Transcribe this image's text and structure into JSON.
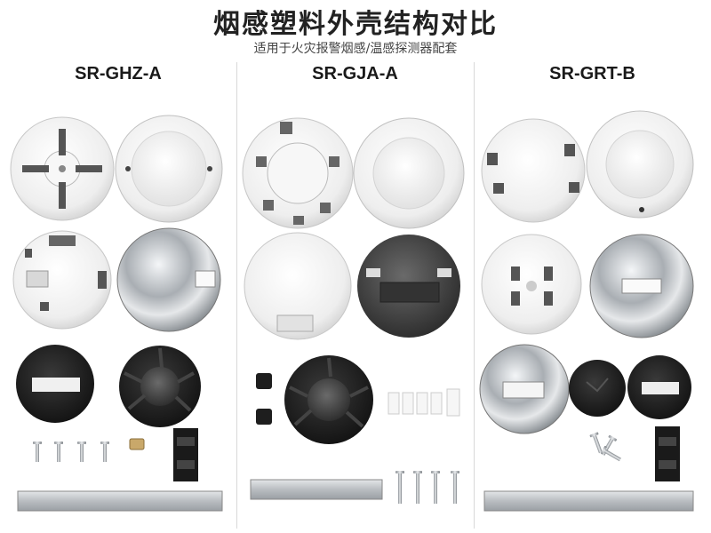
{
  "header": {
    "title": "烟感塑料外壳结构对比",
    "subtitle": "适用于火灾报警烟感/温感探测器配套"
  },
  "columns": [
    {
      "model": "SR-GHZ-A"
    },
    {
      "model": "SR-GJA-A"
    },
    {
      "model": "SR-GRT-B"
    }
  ],
  "colors": {
    "white_plastic": "#f2f2f2",
    "black_plastic": "#1c1c1c",
    "metal": "#b8bcc0",
    "divider": "#d9d9d9"
  }
}
